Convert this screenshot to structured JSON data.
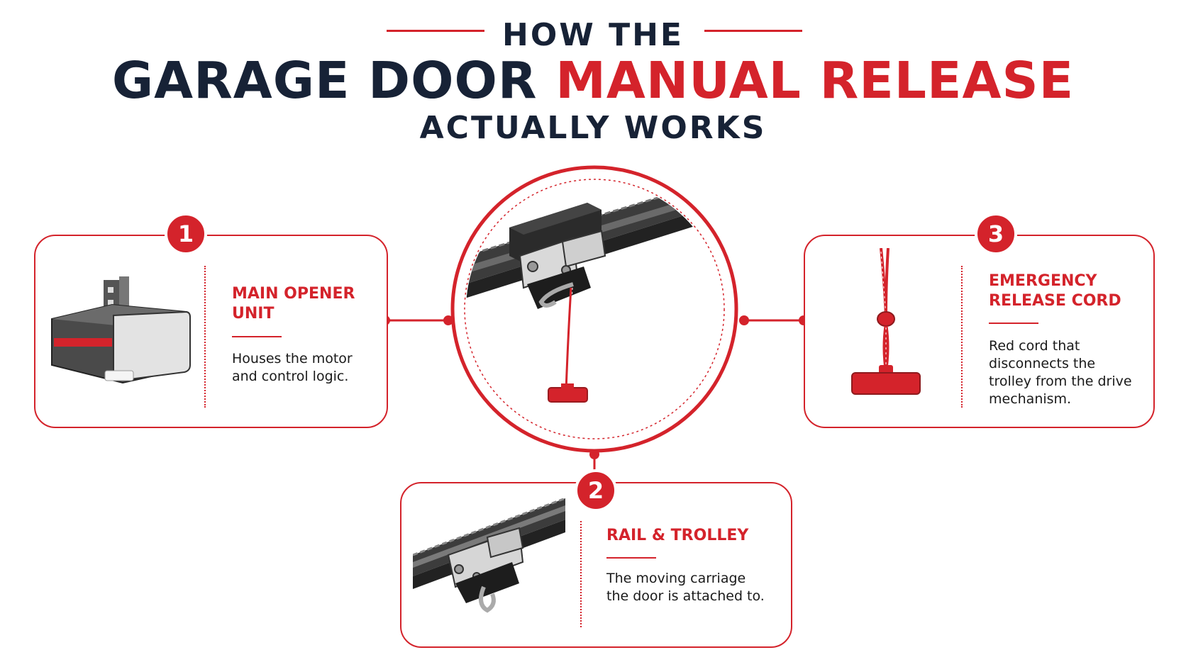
{
  "header": {
    "line1": "HOW THE",
    "line2_dark": "GARAGE DOOR",
    "line2_red": "MANUAL RELEASE",
    "line3": "ACTUALLY WORKS"
  },
  "cards": [
    {
      "number": "1",
      "title": "MAIN OPENER UNIT",
      "description": "Houses the motor and control logic.",
      "icon": "opener-unit-illustration"
    },
    {
      "number": "2",
      "title": "RAIL & TROLLEY",
      "description": "The moving carriage the door is attached to.",
      "icon": "rail-trolley-illustration"
    },
    {
      "number": "3",
      "title": "EMERGENCY RELEASE CORD",
      "description": "Red cord that disconnects the trolley from the drive mechanism.",
      "icon": "release-cord-illustration"
    }
  ],
  "center": {
    "icon": "trolley-with-release-cord-illustration"
  },
  "colors": {
    "accent": "#d4232b",
    "heading": "#172236",
    "text": "#1a1a1a"
  }
}
